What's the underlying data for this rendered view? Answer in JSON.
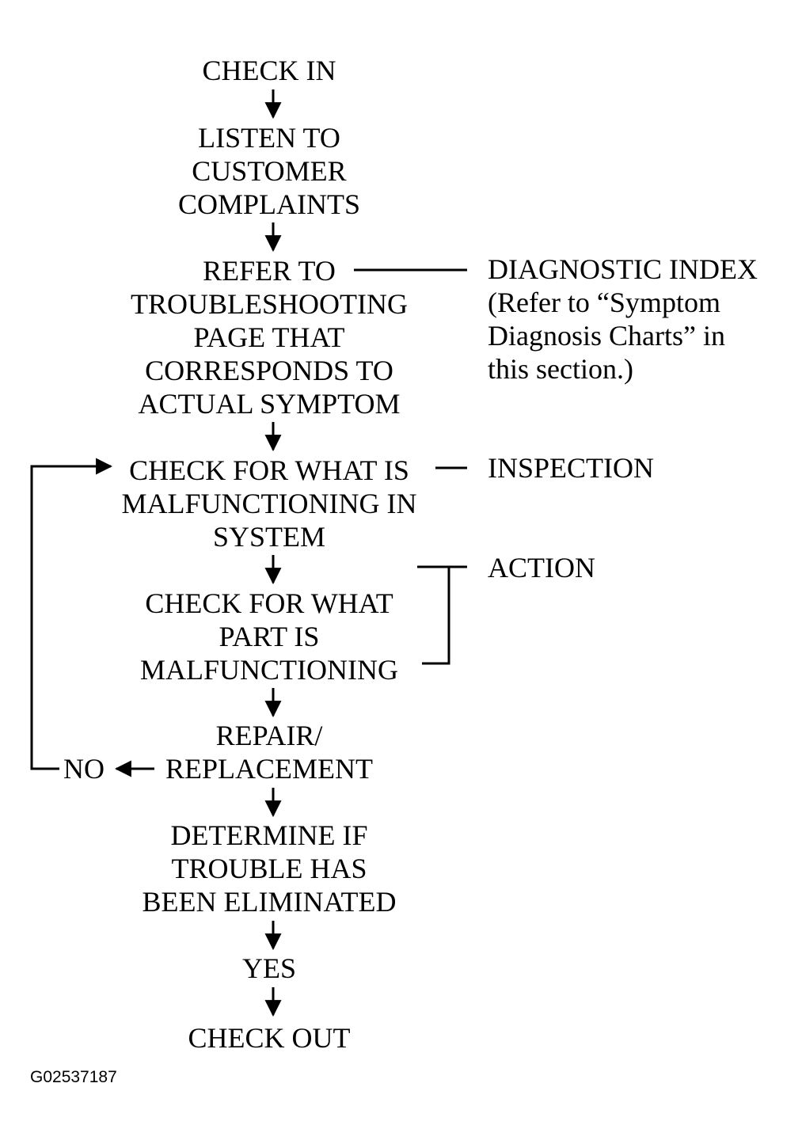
{
  "steps": [
    {
      "text": "CHECK IN"
    },
    {
      "text": "LISTEN TO\nCUSTOMER\nCOMPLAINTS"
    },
    {
      "text": "REFER TO\nTROUBLESHOOTING\nPAGE THAT\nCORRESPONDS TO\nACTUAL SYMPTOM"
    },
    {
      "text": "CHECK FOR WHAT IS\nMALFUNCTIONING IN\nSYSTEM"
    },
    {
      "text": "CHECK FOR WHAT\nPART IS\nMALFUNCTIONING"
    },
    {
      "text": "REPAIR/\nREPLACEMENT"
    },
    {
      "text": "DETERMINE IF\nTROUBLE HAS\nBEEN ELIMINATED"
    },
    {
      "text": "YES"
    },
    {
      "text": "CHECK OUT"
    }
  ],
  "notes": {
    "diagnostic_index": "DIAGNOSTIC INDEX\n(Refer to “Symptom\nDiagnosis Charts” in\nthis section.)",
    "inspection": "INSPECTION",
    "action": "ACTION"
  },
  "no_label": "NO",
  "figure_id": "G02537187"
}
